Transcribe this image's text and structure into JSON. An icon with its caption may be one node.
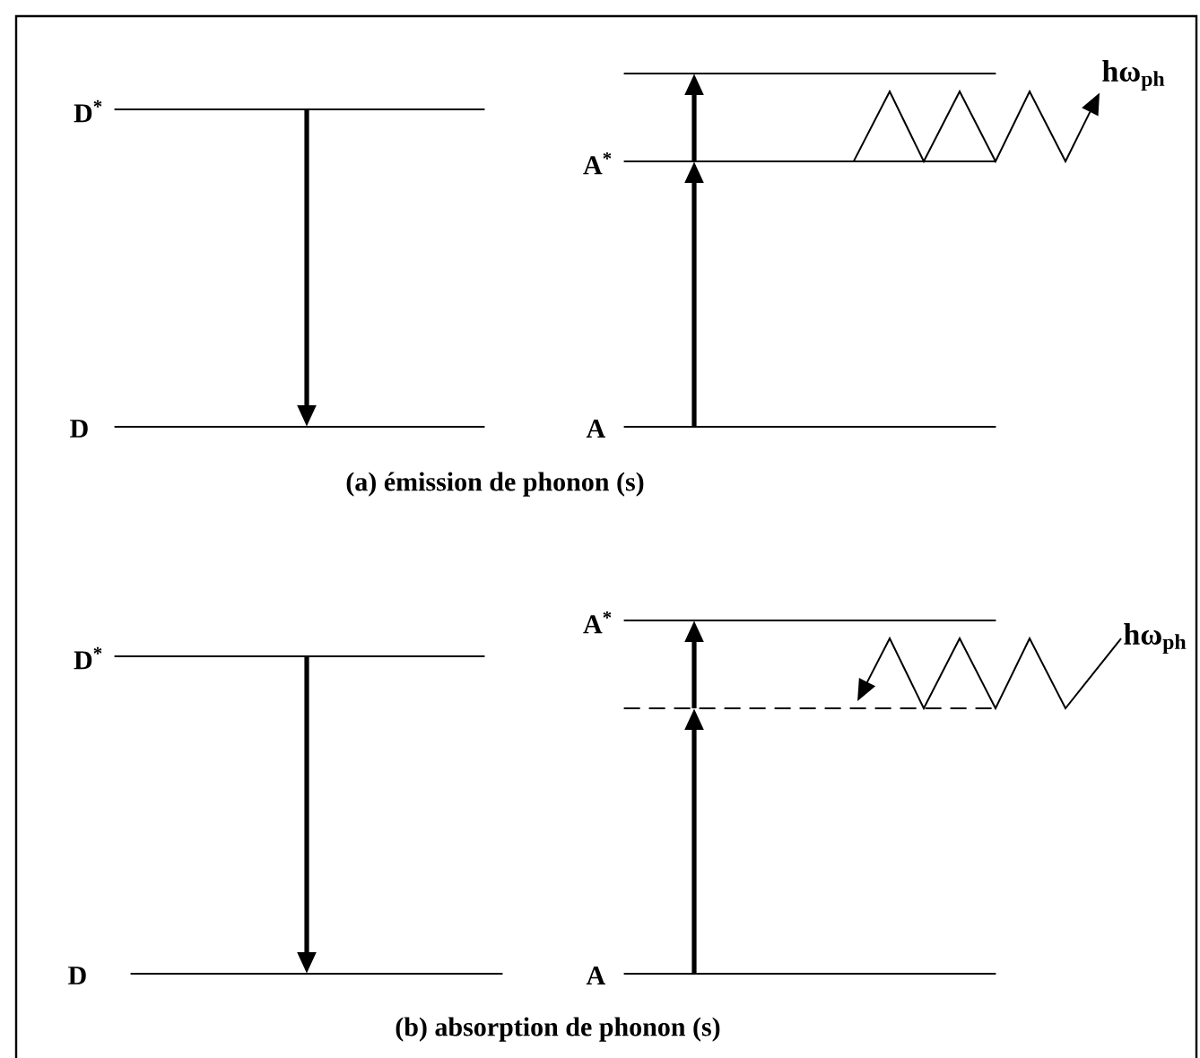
{
  "diagram": {
    "nodes": [
      {
        "text": [
          "D$^{*}$"
        ]
      },
      {
        "text": [
          "D"
        ]
      },
      {
        "text": [],
        "shape": "line"
      },
      {
        "text": [
          "A$^{*}$"
        ]
      },
      {
        "text": [
          "A"
        ]
      },
      {
        "text": [
          "hω$_{ph}$"
        ]
      },
      {
        "text": [
          "D$^{*}$"
        ]
      },
      {
        "text": [
          "D"
        ]
      },
      {
        "text": [
          "A$^{*}$"
        ]
      },
      {
        "text": [],
        "shape": "line"
      },
      {
        "text": [
          "A"
        ]
      },
      {
        "text": [
          "hω$_{ph}$"
        ]
      }
    ],
    "edges": [
      {
        "from": 0,
        "to": 1,
        "arrow": "to"
      },
      {
        "from": 4,
        "to": 3,
        "arrow": "to"
      },
      {
        "from": 3,
        "to": 2,
        "arrow": "to"
      },
      {
        "from": 3,
        "to": 5,
        "arrow": "to"
      },
      {
        "from": 6,
        "to": 7,
        "arrow": "to"
      },
      {
        "from": 10,
        "to": 9,
        "arrow": "to"
      },
      {
        "from": 9,
        "to": 8,
        "arrow": "to"
      },
      {
        "from": 11,
        "to": 9,
        "arrow": "to"
      }
    ],
    "labels": [
      "(a) émission de phonon (s)",
      "(b) absorption de phonon (s)"
    ]
  }
}
